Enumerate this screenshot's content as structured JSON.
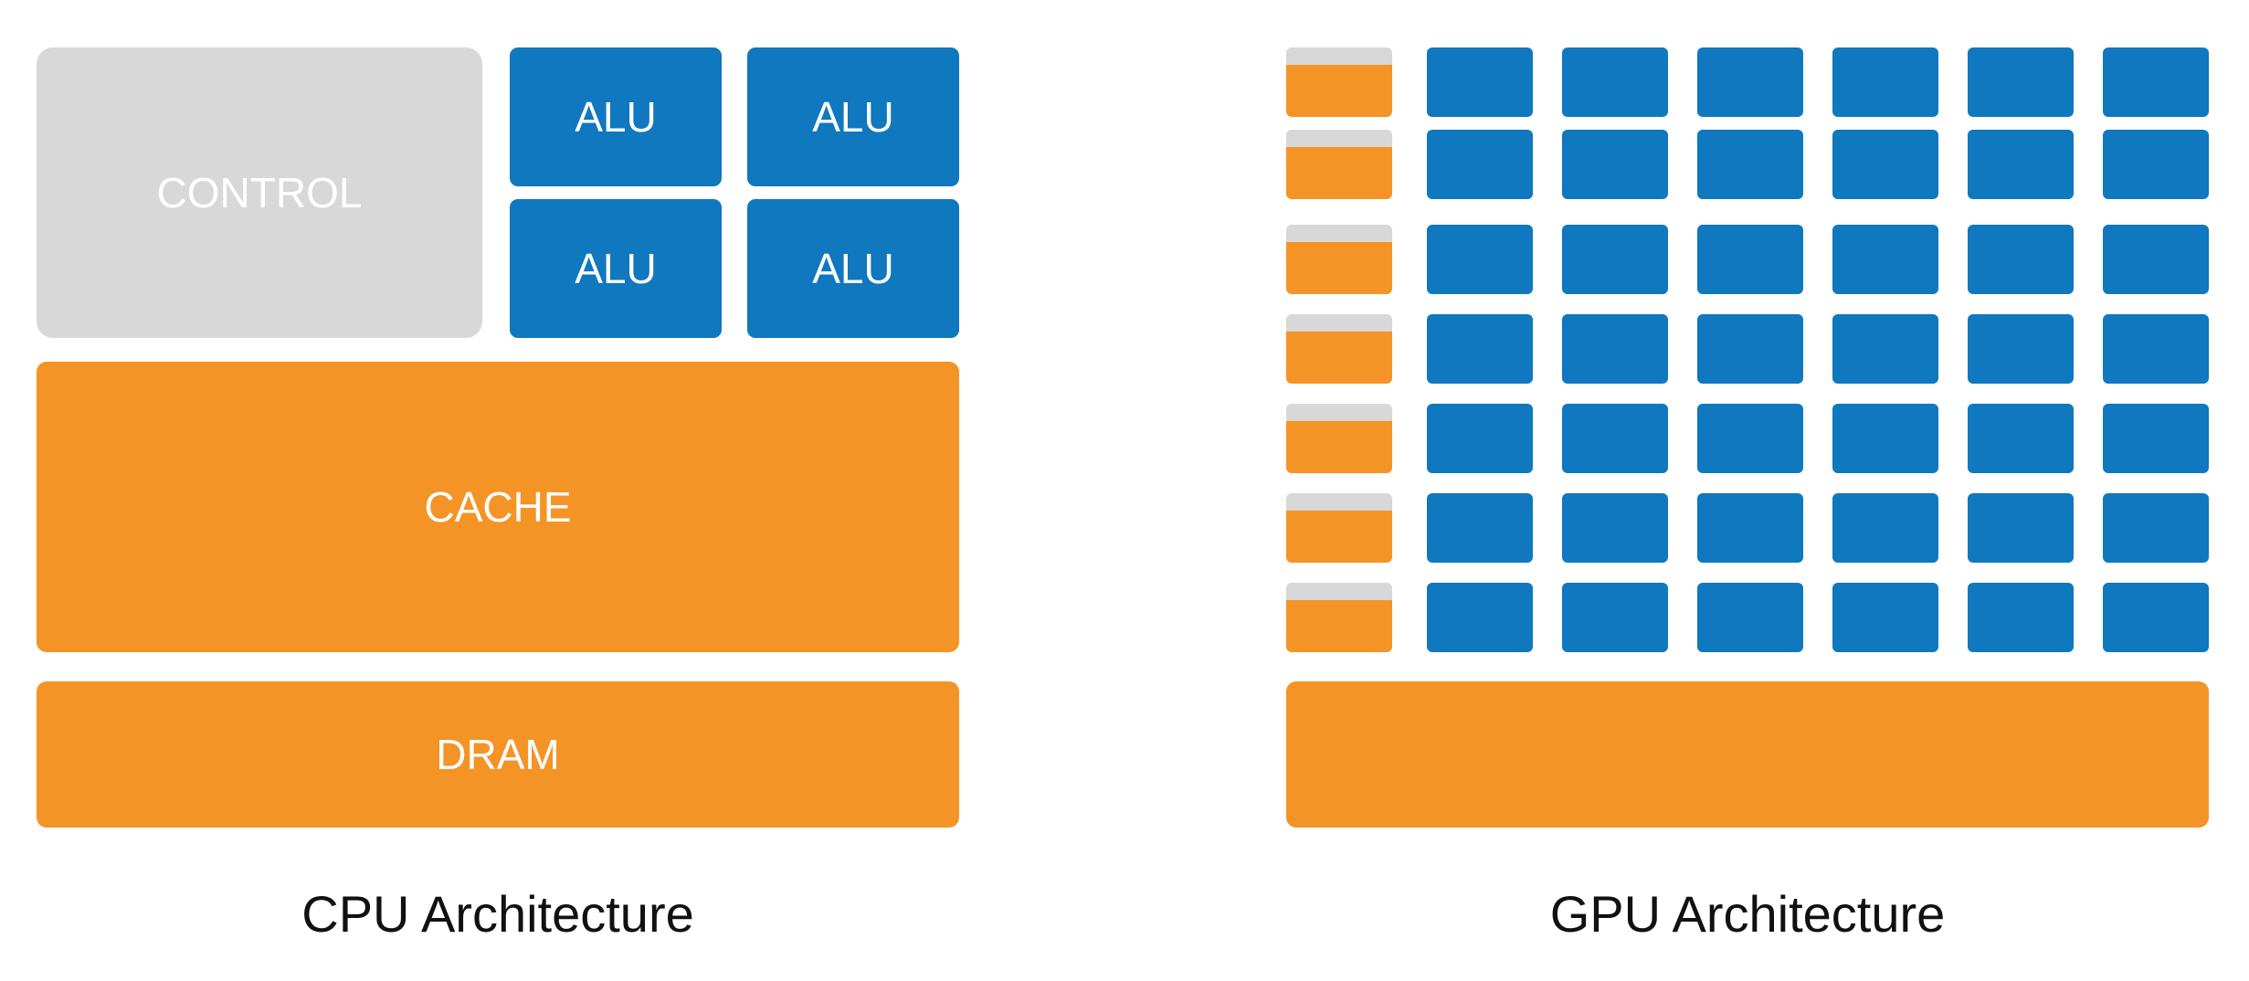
{
  "cpu": {
    "control_label": "CONTROL",
    "alu_labels": [
      "ALU",
      "ALU",
      "ALU",
      "ALU"
    ],
    "cache_label": "CACHE",
    "dram_label": "DRAM",
    "caption": "CPU Architecture"
  },
  "gpu": {
    "rows": 7,
    "alu_columns": 6,
    "caption": "GPU Architecture"
  },
  "colors": {
    "alu_blue": "#0f78bf",
    "memory_orange": "#f49426",
    "control_gray": "#d8d8d8"
  }
}
